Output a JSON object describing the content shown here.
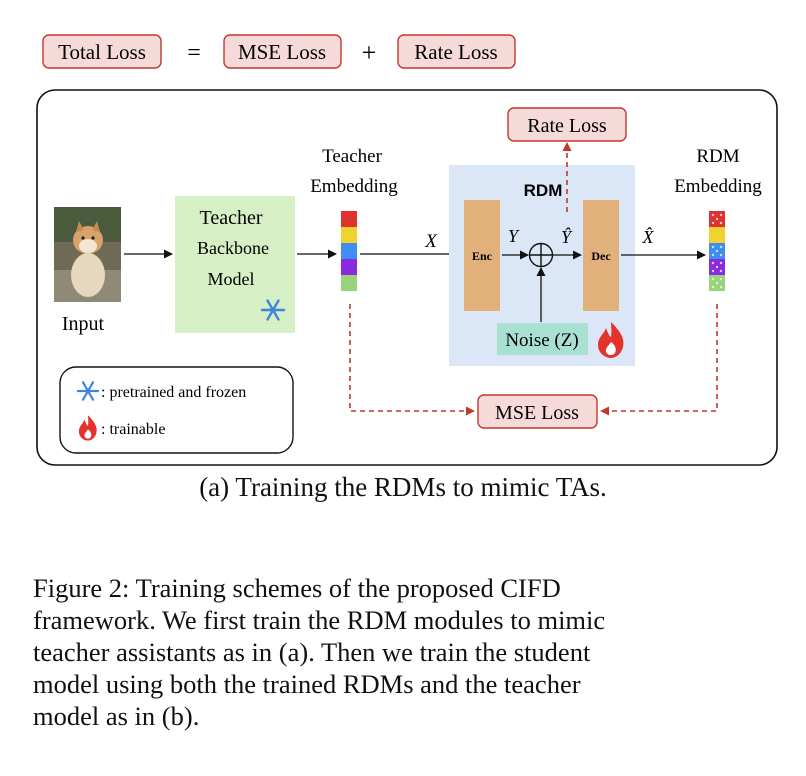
{
  "equation": {
    "total": "Total Loss",
    "equals": "=",
    "mse": "MSE Loss",
    "plus": "+",
    "rate": "Rate Loss"
  },
  "diagram": {
    "input_label": "Input",
    "teacher_model": [
      "Teacher",
      "Backbone",
      "Model"
    ],
    "teacher_embedding": [
      "Teacher",
      "Embedding"
    ],
    "rdm_title": "RDM",
    "enc": "Enc",
    "dec": "Dec",
    "x": "X",
    "y": "Y",
    "y_hat": "Ŷ",
    "x_hat": "X̂",
    "rate_loss": "Rate Loss",
    "noise": "Noise (Z)",
    "mse_loss": "MSE Loss",
    "rdm_embedding": [
      "RDM",
      "Embedding"
    ],
    "legend": {
      "frozen": ": pretrained and frozen",
      "trainable": ": trainable"
    }
  },
  "colors": {
    "loss_fill": "#f6d9d9",
    "loss_stroke": "#c0392b",
    "teacher_fill": "#d6efc4",
    "rdm_fill": "#dbe7f6",
    "encdec_fill": "#e2b07a",
    "noise_fill": "#a8e0d2",
    "arrow_red": "#c0392b",
    "embedding": [
      "#e03030",
      "#f1d330",
      "#3d8ef0",
      "#8a2be2",
      "#9ad47a"
    ]
  },
  "subcaption": "(a) Training the RDMs to mimic TAs.",
  "caption_lines": [
    "Figure 2:  Training schemes of the proposed CIFD",
    "framework. We first train the RDM modules to mimic",
    "teacher assistants as in (a). Then we train the student",
    "model using both the trained RDMs and the teacher",
    "model as in (b)."
  ]
}
